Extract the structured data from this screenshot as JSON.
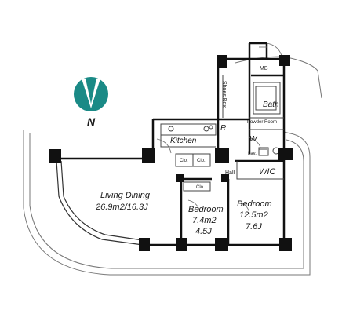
{
  "compass": {
    "label": "N",
    "color": "#1a8a86"
  },
  "rooms": {
    "living_dining": {
      "name": "Living Dining",
      "size": "26.9m2/16.3J"
    },
    "bedroom_a": {
      "name": "Bedroom",
      "area": "7.4m2",
      "tatami": "4.5J"
    },
    "bedroom_b": {
      "name": "Bedroom",
      "area": "12.5m2",
      "tatami": "7.6J"
    },
    "kitchen": "Kitchen",
    "bath": "Bath",
    "powder_room": "Powder Room",
    "wic": "WIC",
    "hall": "Hall",
    "mb": "MB",
    "shoes_box": "Shoes Box",
    "refrigerator": "R",
    "washer": "W",
    "lavatory": "Lav.",
    "closet_1": "Clo.",
    "closet_2": "Clo.",
    "closet_3": "Clo."
  }
}
